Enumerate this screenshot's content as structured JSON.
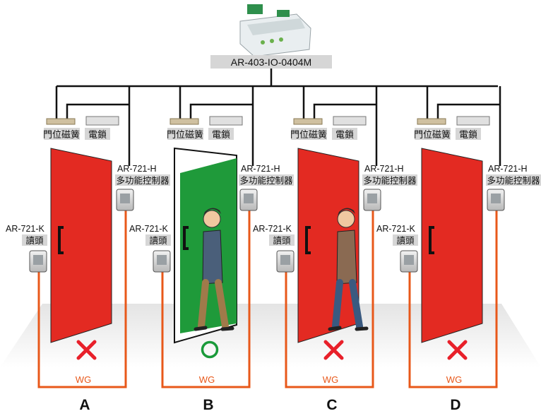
{
  "controller": {
    "label": "AR-403-IO-0404M"
  },
  "door_sensor_label": "門位磁簧",
  "lock_label": "電鎖",
  "multi_controller": {
    "model": "AR-721-H",
    "desc": "多功能控制器"
  },
  "reader": {
    "model": "AR-721-K",
    "desc": "讀頭"
  },
  "bus_label": "WG",
  "doors": [
    {
      "letter": "A",
      "state": "closed",
      "mark": "✕"
    },
    {
      "letter": "B",
      "state": "open",
      "mark": "○"
    },
    {
      "letter": "C",
      "state": "closed",
      "mark": "✕"
    },
    {
      "letter": "D",
      "state": "closed",
      "mark": "✕"
    }
  ],
  "colors": {
    "door_red": "#e32a22",
    "door_green": "#1f9a3a",
    "cable": "#e8581a",
    "cross": "#e8202a",
    "circle": "#1a9a3a",
    "label_bg": "#d6d6d6"
  }
}
